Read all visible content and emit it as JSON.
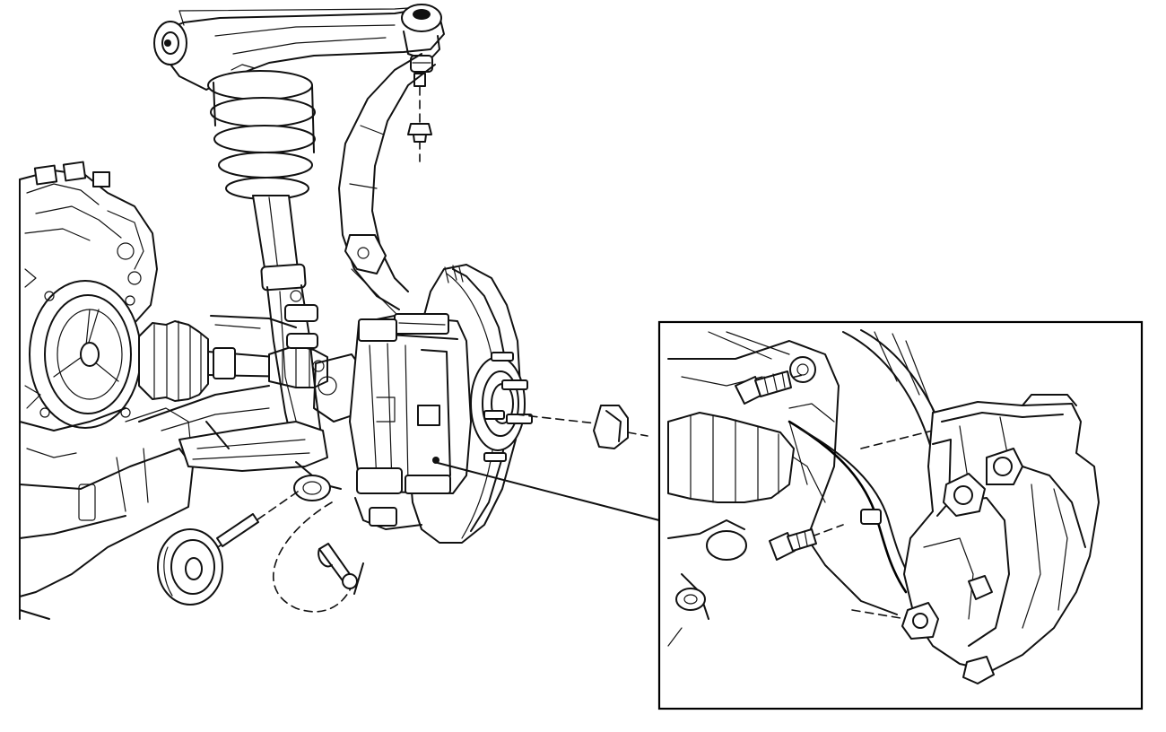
{
  "figure": {
    "kind": "exploded line drawing",
    "has_inset": true,
    "inset_border_color": "#000000",
    "line_color": "#111111",
    "background_color": "#ffffff",
    "parts": [
      "upper-control-arm",
      "coil-spring",
      "strut",
      "steering-knuckle",
      "brake-rotor",
      "brake-caliper",
      "wheel-hub",
      "axle-boot",
      "differential",
      "lower-control-arm",
      "stabilizer-link",
      "nut",
      "retaining-clip",
      "cotter-pin",
      "caliper-bolt"
    ]
  }
}
